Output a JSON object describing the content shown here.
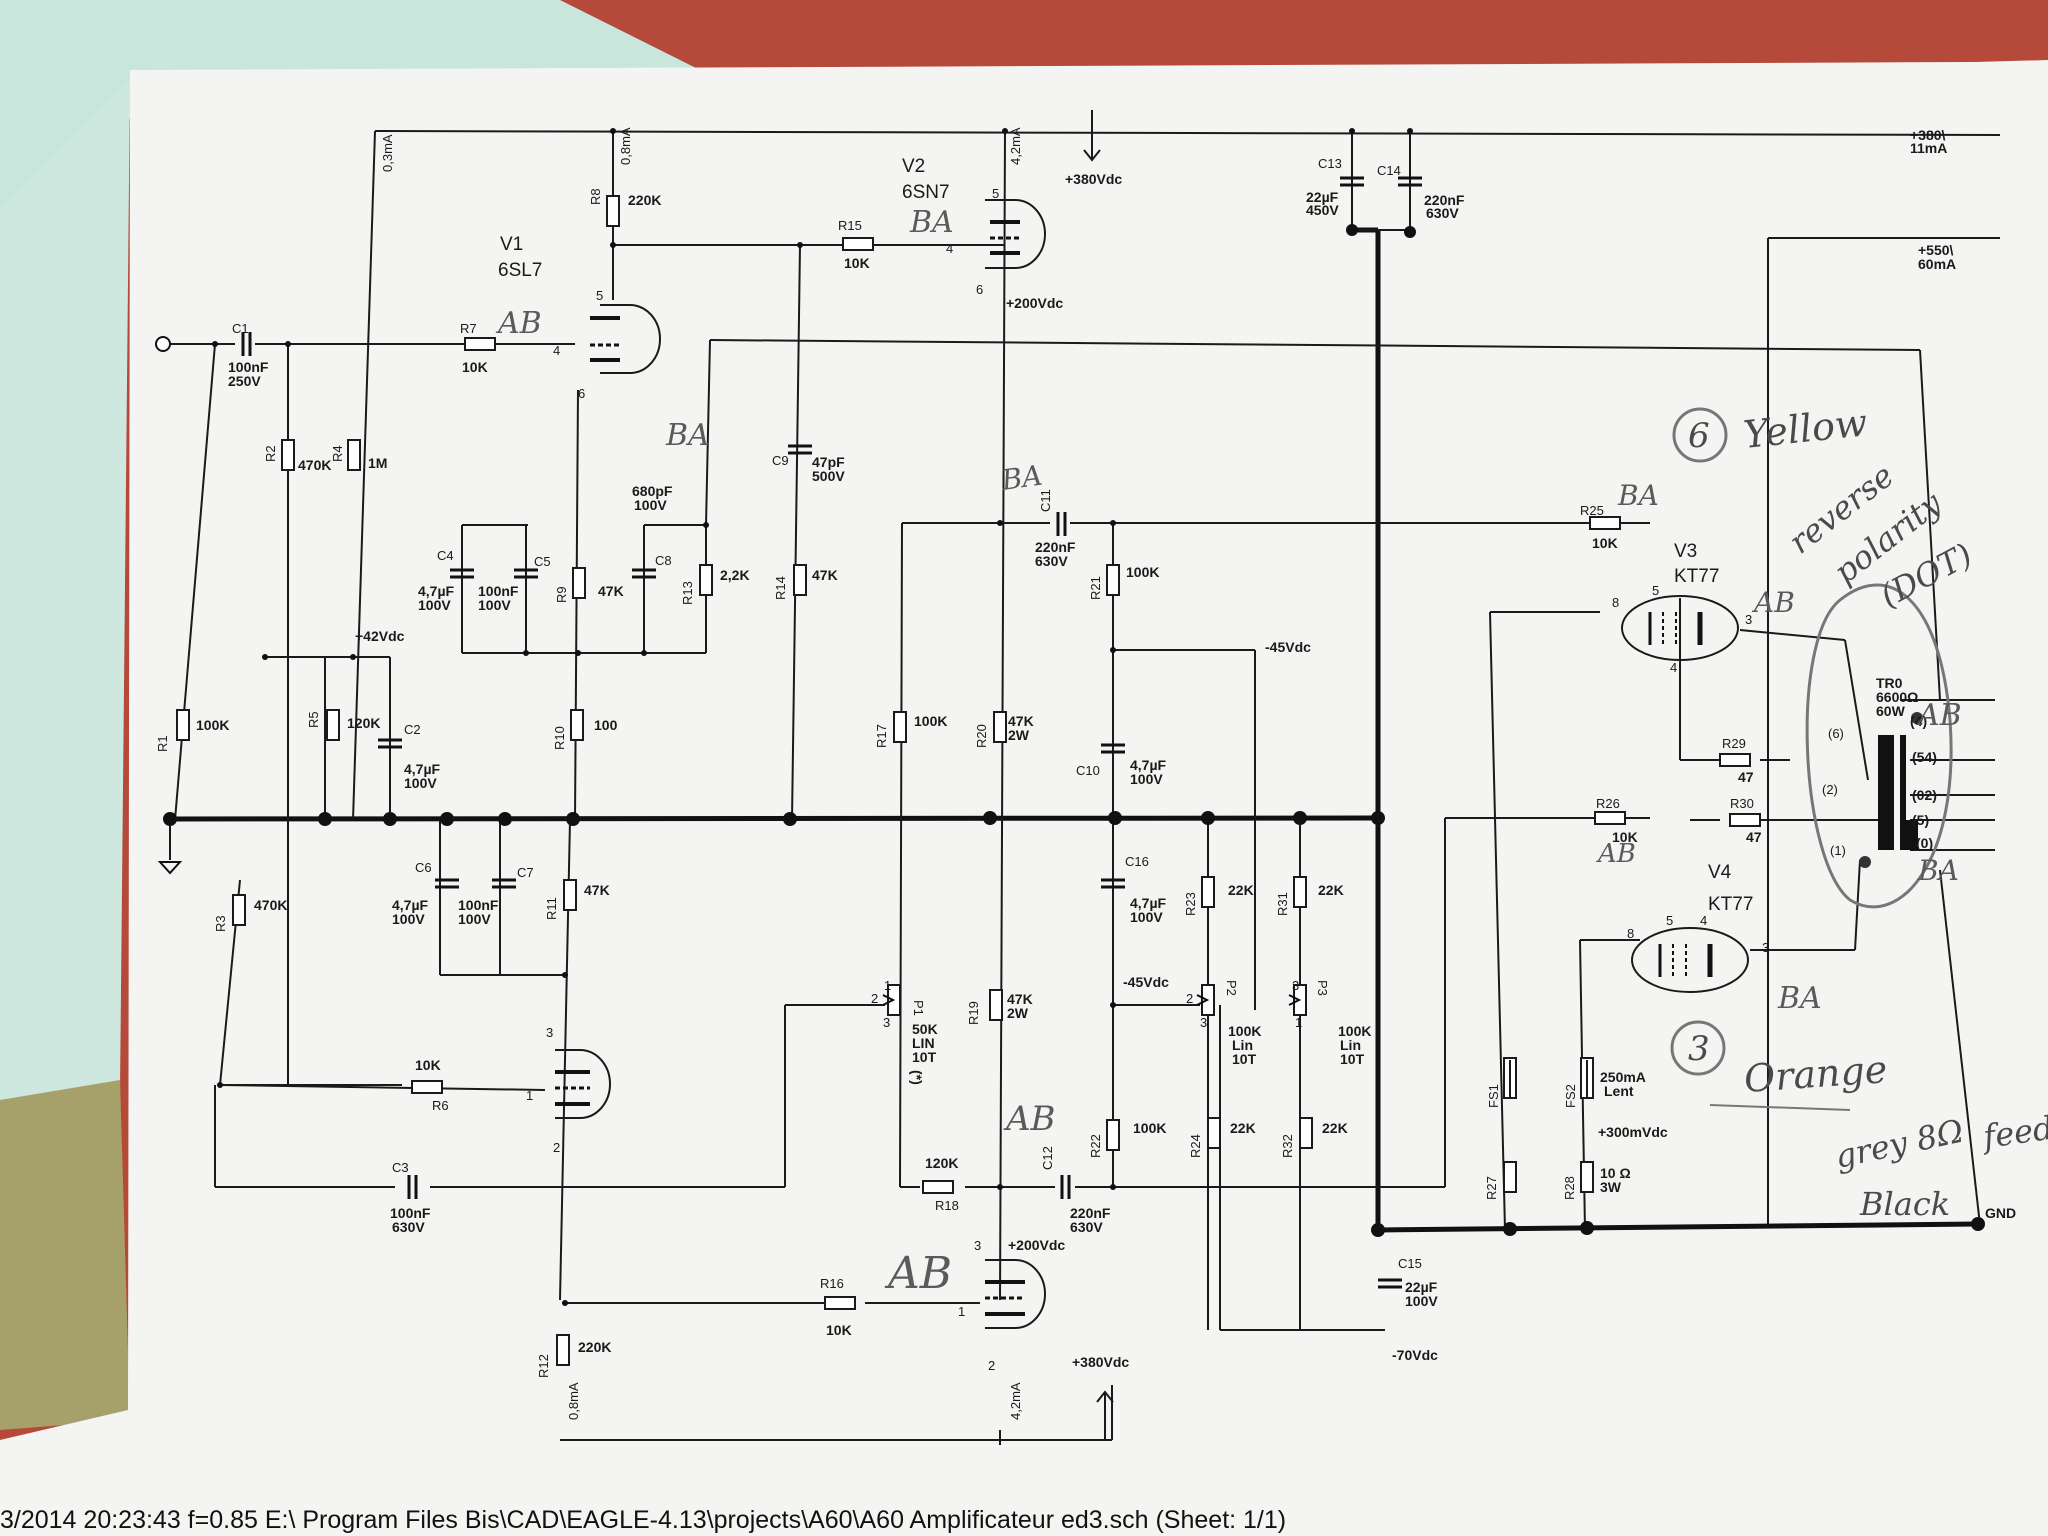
{
  "footer": "3/2014 20:23:43  f=0.85  E:\\   Program Files Bis\\CAD\\EAGLE-4.13\\projects\\A60\\A60 Amplificateur ed3.sch (Sheet: 1/1)",
  "tubes": {
    "v1": {
      "ref": "V1",
      "type": "6SL7"
    },
    "v2": {
      "ref": "V2",
      "type": "6SN7"
    },
    "v3": {
      "ref": "V3",
      "type": "KT77"
    },
    "v4": {
      "ref": "V4",
      "type": "KT77"
    },
    "tr0": {
      "ref": "TR0",
      "imp": "6600Ω",
      "power": "60W"
    }
  },
  "rails": {
    "plus380_top": "+380Vdc",
    "plus380_right": "+380\\",
    "plus380_right_i": "11mA",
    "plus550": "+550\\",
    "plus550_i": "60mA",
    "plus200_top": "+200Vdc",
    "plus200_bot": "+200Vdc",
    "plus380_bot": "+380Vdc",
    "plus42": "+42Vdc",
    "minus45_a": "-45Vdc",
    "minus45_b": "-45Vdc",
    "minus70": "-70Vdc",
    "plus300m": "+300mVdc",
    "gnd": "GND"
  },
  "currents": {
    "r4": "0,3mA",
    "r8": "0,8mA",
    "v2top": "4,2mA",
    "r12": "0,8mA",
    "v2bot": "4,2mA"
  },
  "components": {
    "c1": {
      "ref": "C1",
      "v1": "100nF",
      "v2": "250V"
    },
    "r7": {
      "ref": "R7",
      "v": "10K"
    },
    "r2": {
      "ref": "R2",
      "v": "470K"
    },
    "r4": {
      "ref": "R4",
      "v": "1M"
    },
    "r8": {
      "ref": "R8",
      "v": "220K"
    },
    "r15": {
      "ref": "R15",
      "v": "10K"
    },
    "c13": {
      "ref": "C13",
      "v1": "22µF",
      "v2": "450V"
    },
    "c14": {
      "ref": "C14",
      "v1": "220nF",
      "v2": "630V"
    },
    "c9": {
      "ref": "C9",
      "v1": "47pF",
      "v2": "500V"
    },
    "r14": {
      "ref": "R14",
      "v": "47K"
    },
    "c8": {
      "ref": "C8",
      "v1": "680pF",
      "v2": "100V"
    },
    "r13": {
      "ref": "R13",
      "v": "2,2K"
    },
    "c4": {
      "ref": "C4",
      "v1": "4,7µF",
      "v2": "100V"
    },
    "c5": {
      "ref": "C5",
      "v1": "100nF",
      "v2": "100V"
    },
    "r9": {
      "ref": "R9",
      "v": "47K"
    },
    "r10": {
      "ref": "R10",
      "v": "100"
    },
    "r1": {
      "ref": "R1",
      "v": "100K"
    },
    "r5": {
      "ref": "R5",
      "v": "120K"
    },
    "c2": {
      "ref": "C2",
      "v1": "4,7µF",
      "v2": "100V"
    },
    "c11": {
      "ref": "C11",
      "v1": "220nF",
      "v2": "630V"
    },
    "r21": {
      "ref": "R21",
      "v": "100K"
    },
    "r17": {
      "ref": "R17",
      "v": "100K"
    },
    "r20": {
      "ref": "R20",
      "v1": "47K",
      "v2": "2W"
    },
    "c10": {
      "ref": "C10",
      "v1": "4,7µF",
      "v2": "100V"
    },
    "r25": {
      "ref": "R25",
      "v": "10K"
    },
    "r29": {
      "ref": "R29",
      "v": "47"
    },
    "r26": {
      "ref": "R26",
      "v": "10K"
    },
    "r30": {
      "ref": "R30",
      "v": "47"
    },
    "c6": {
      "ref": "C6",
      "v1": "4,7µF",
      "v2": "100V"
    },
    "c7": {
      "ref": "C7",
      "v1": "100nF",
      "v2": "100V"
    },
    "r11": {
      "ref": "R11",
      "v": "47K"
    },
    "r3": {
      "ref": "R3",
      "v": "470K"
    },
    "c16": {
      "ref": "C16",
      "v1": "4,7µF",
      "v2": "100V"
    },
    "r23": {
      "ref": "R23",
      "v": "22K"
    },
    "r31": {
      "ref": "R31",
      "v": "22K"
    },
    "p1": {
      "ref": "P1",
      "v1": "50K",
      "v2": "LIN",
      "v3": "10T",
      "v4": "(*)"
    },
    "p2": {
      "ref": "P2",
      "v1": "100K",
      "v2": "Lin",
      "v3": "10T"
    },
    "p3": {
      "ref": "P3",
      "v1": "100K",
      "v2": "Lin",
      "v3": "10T"
    },
    "r19": {
      "ref": "R19",
      "v1": "47K",
      "v2": "2W"
    },
    "r6": {
      "ref": "R6",
      "v": "10K"
    },
    "c3": {
      "ref": "C3",
      "v1": "100nF",
      "v2": "630V"
    },
    "r18": {
      "ref": "R18",
      "v": "120K"
    },
    "c12": {
      "ref": "C12",
      "v1": "220nF",
      "v2": "630V"
    },
    "r22": {
      "ref": "R22",
      "v": "100K"
    },
    "r24": {
      "ref": "R24",
      "v": "22K"
    },
    "r32": {
      "ref": "R32",
      "v": "22K"
    },
    "fs1": {
      "ref": "FS1"
    },
    "fs2": {
      "ref": "FS2",
      "v1": "250mA",
      "v2": "Lent"
    },
    "r27": {
      "ref": "R27"
    },
    "r28": {
      "ref": "R28",
      "v1": "10 Ω",
      "v2": "3W"
    },
    "c15": {
      "ref": "C15",
      "v1": "22µF",
      "v2": "100V"
    },
    "r16": {
      "ref": "R16",
      "v": "10K"
    },
    "r12": {
      "ref": "R12",
      "v": "220K"
    }
  },
  "tr_taps": [
    "(4)",
    "(54)",
    "(02)",
    "(5)",
    "(0)",
    "(6)",
    "(2)",
    "(1)"
  ],
  "pins": {
    "p5": "5",
    "p4": "4",
    "p6": "6",
    "p3": "3",
    "p2": "2",
    "p1": "1",
    "p8": "8"
  },
  "handwritten": {
    "ab": "AB",
    "ba": "BA",
    "six": "6",
    "yellow": "Yellow",
    "reverse": "reverse",
    "polarity": "polarity",
    "dot": "(DOT)",
    "three": "3",
    "orange": "Orange",
    "grey": "grey 8Ω",
    "feed": "feed",
    "black": "Black"
  }
}
